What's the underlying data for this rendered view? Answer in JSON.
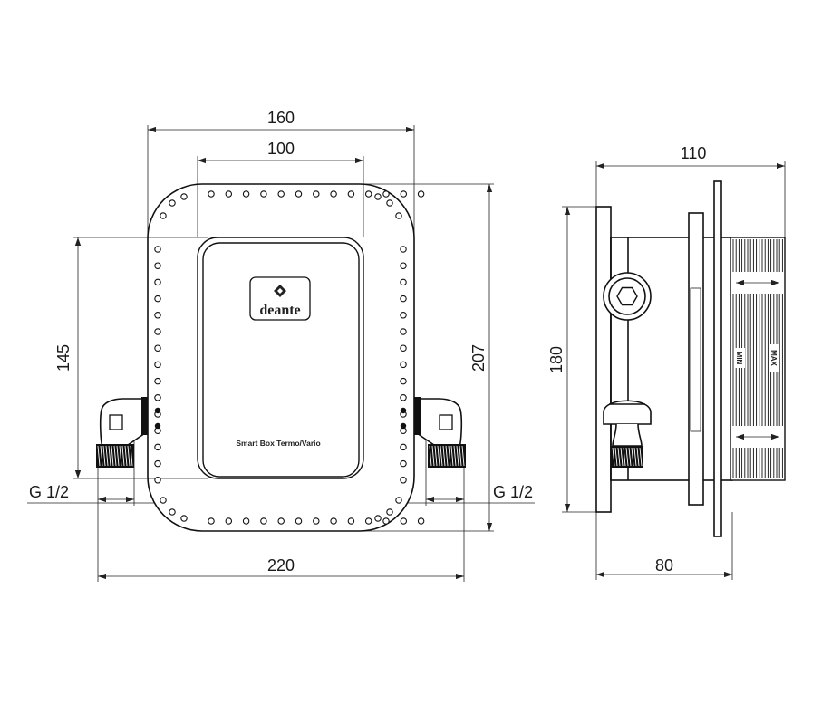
{
  "front_view": {
    "dimensions": {
      "outer_width": "160",
      "inner_width": "100",
      "overall_width": "220",
      "inner_height": "145",
      "outer_height": "207",
      "thread_left": "G 1/2",
      "thread_right": "G 1/2"
    },
    "product_label": "Smart Box Termo/Vario",
    "logo_text": "deante"
  },
  "side_view": {
    "dimensions": {
      "total_depth": "110",
      "height": "180",
      "body_depth": "80"
    },
    "scale_min": "MIN",
    "scale_max": "MAX"
  },
  "colors": {
    "line": "#111111",
    "background": "#ffffff"
  }
}
